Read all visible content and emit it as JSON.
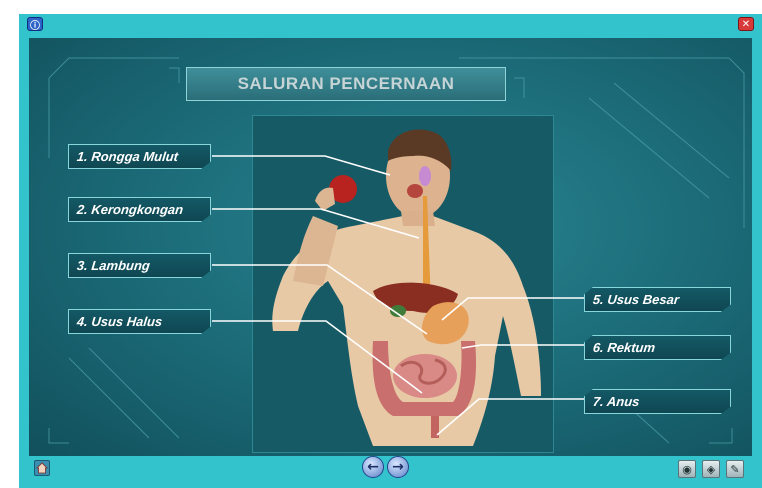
{
  "window": {
    "info_icon": "info-icon",
    "close_icon": "close-icon"
  },
  "title": "SALURAN PENCERNAAN",
  "labels_left": [
    {
      "text": "1. Rongga Mulut"
    },
    {
      "text": "2. Kerongkongan"
    },
    {
      "text": "3. Lambung"
    },
    {
      "text": "4. Usus Halus"
    }
  ],
  "labels_right": [
    {
      "text": "5. Usus Besar"
    },
    {
      "text": "6. Rektum"
    },
    {
      "text": "7. Anus"
    }
  ],
  "bottombar": {
    "home_icon": "home-icon",
    "prev_icon": "arrow-left-icon",
    "next_icon": "arrow-right-icon",
    "tools": [
      "globe-icon",
      "book-icon",
      "pencil-icon"
    ]
  },
  "colors": {
    "frame": "#33c3cc",
    "stage": "#1d6e7b",
    "label_text": "#ffffff",
    "title_text": "#c6d4d6"
  }
}
